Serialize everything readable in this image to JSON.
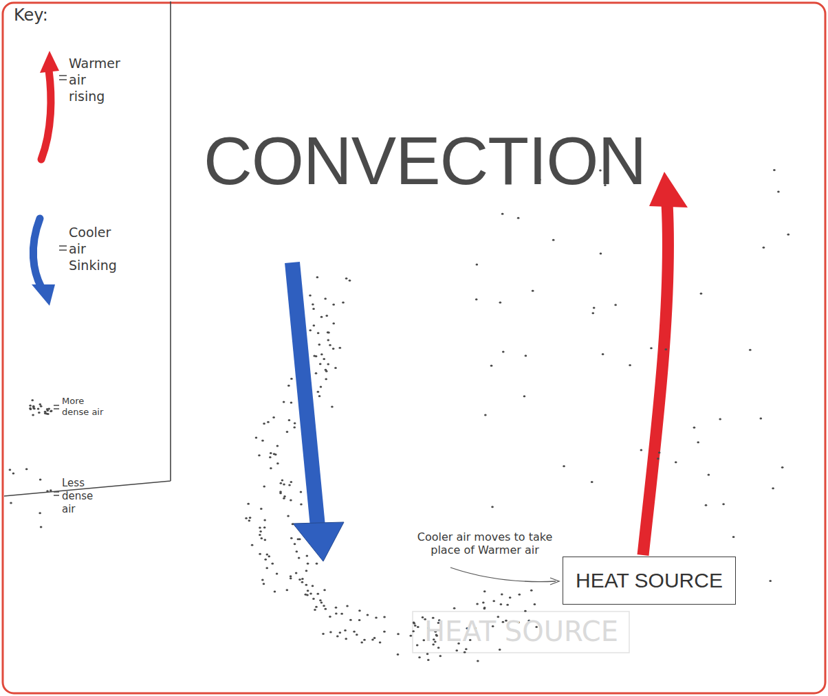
{
  "diagram": {
    "title": "CONVECTION",
    "nodes": [
      {
        "text": [
          "HEAT SOURCE"
        ]
      }
    ],
    "labels": [
      "Key:",
      "Cooler air moves to take place of Warmer air",
      "HEAT SOURCE"
    ],
    "legend": [
      {
        "text": "Warmer air rising"
      },
      {
        "text": "Cooler air Sinking"
      },
      {
        "text": "More dense air"
      },
      {
        "text": "Less dense air"
      }
    ]
  }
}
